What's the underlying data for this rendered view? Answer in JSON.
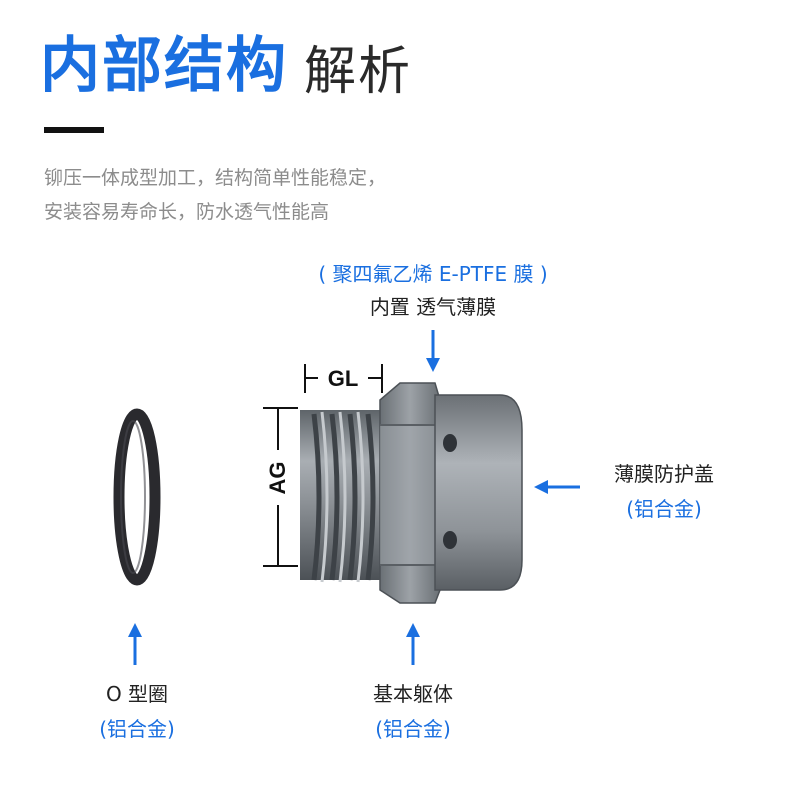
{
  "title": {
    "strong": "内部结构",
    "light": "解析"
  },
  "description": [
    "铆压一体成型加工，结构简单性能稳定，",
    "安装容易寿命长，防水透气性能高"
  ],
  "labels": {
    "membrane_material": "( 聚四氟乙烯 E-PTFE 膜 )",
    "membrane_name": "内置 透气薄膜",
    "cover_name": "薄膜防护盖",
    "cover_material": "(铝合金)",
    "oring_name": "O 型圈",
    "oring_material": "(铝合金)",
    "body_name": "基本躯体",
    "body_material": "(铝合金)"
  },
  "dimensions": {
    "gl": "GL",
    "ag": "AG"
  },
  "colors": {
    "accent": "#1a6fe0",
    "metal": "#8f959b",
    "oring": "#2a2a2e"
  }
}
